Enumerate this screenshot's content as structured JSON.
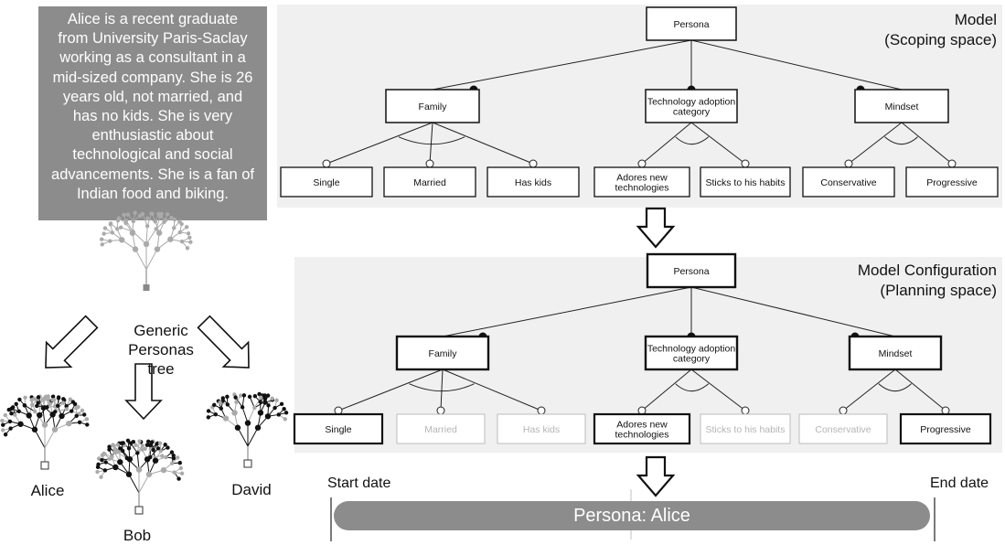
{
  "description": {
    "lines": [
      "Alice is a recent graduate",
      "from University Paris-Saclay",
      "working as a consultant in a",
      "mid-sized company. She is 26",
      "years old, not married, and",
      "has no kids. She is very",
      "enthusiastic about",
      "technological and social",
      "advancements. She is a fan of",
      "Indian food and biking."
    ]
  },
  "model": {
    "title_line1": "Model",
    "title_line2": "(Scoping space)",
    "root": "Persona",
    "features": [
      {
        "label_lines": [
          "Family"
        ],
        "children": [
          "Single",
          "Married",
          "Has kids"
        ]
      },
      {
        "label_lines": [
          "Technology adoption",
          "category"
        ],
        "children": [
          [
            "Adores new",
            "technologies"
          ],
          [
            "Sticks to his habits"
          ]
        ]
      },
      {
        "label_lines": [
          "Mindset"
        ],
        "children": [
          "Conservative",
          "Progressive"
        ]
      }
    ]
  },
  "configuration": {
    "title_line1": "Model Configuration",
    "title_line2": "(Planning space)",
    "selected": [
      "Single",
      "Adores new technologies",
      "Progressive"
    ]
  },
  "trees": {
    "generic_line1": "Generic",
    "generic_line2": "Personas tree",
    "names": [
      "Alice",
      "Bob",
      "David"
    ]
  },
  "timeline": {
    "start": "Start date",
    "end": "End date",
    "bar_label": "Persona: Alice"
  },
  "colors": {
    "panel": "#f0f0f0",
    "description_box": "#8c8c8c",
    "dimmed": "#b5b5b5"
  }
}
